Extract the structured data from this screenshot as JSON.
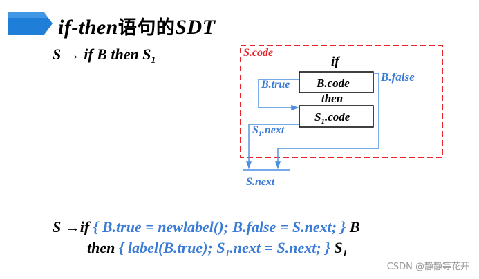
{
  "title": {
    "part1": "if-then",
    "part2": "语句的",
    "part3": "SDT"
  },
  "production": {
    "head": "S → if B then S",
    "sub": "1"
  },
  "diagram": {
    "region_label": "S.code",
    "kw_if": "if",
    "box_bcode": "B.code",
    "kw_then": "then",
    "box_s1code_main": "S",
    "box_s1code_sub": "1",
    "box_s1code_tail": ".code",
    "btrue": "B.true",
    "bfalse": "B.false",
    "s1next_main": "S",
    "s1next_sub": "1",
    "s1next_tail": ".next",
    "snext": "S.next",
    "colors": {
      "dash": "#e8232a",
      "arrow": "#4a8fe0",
      "label": "#3a7bd5",
      "marker": "#1f7fd8"
    }
  },
  "sdt": {
    "line1": {
      "lead": "S →if ",
      "action_a": "{ B.true = newlabel(); B.false = S.next; }",
      "tail": " B"
    },
    "line2": {
      "lead": "then ",
      "action_a": "{ label(B.true); S",
      "action_sub": "1",
      "action_b": ".next = S.next; }",
      "tail": " S",
      "tail_sub": "1"
    }
  },
  "watermark": "CSDN @静静等花开"
}
